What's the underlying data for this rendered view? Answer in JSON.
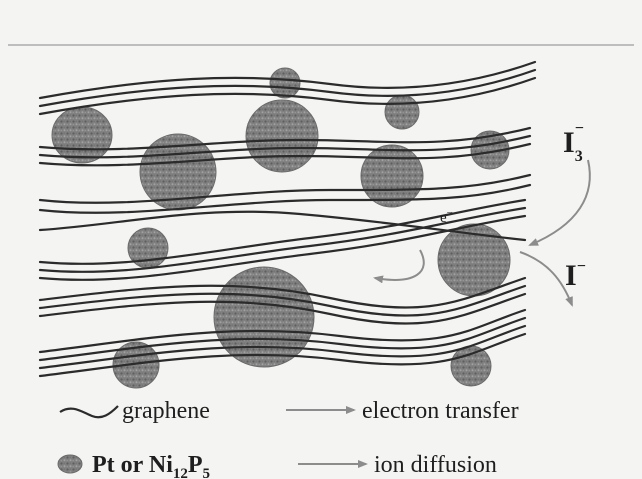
{
  "labels": {
    "triiodide": "I",
    "triiodide_sub": "3",
    "triiodide_sup": "−",
    "iodide": "I",
    "iodide_sup": "−",
    "electron": "e",
    "electron_sup": "−"
  },
  "legend": {
    "graphene": "graphene",
    "catalyst_prefix": "Pt or Ni",
    "catalyst_sub1": "12",
    "catalyst_mid": "P",
    "catalyst_sub2": "5",
    "electron_transfer": "electron transfer",
    "ion_diffusion": "ion diffusion"
  },
  "colors": {
    "background": "#f4f4f2",
    "line": "#2b2b2b",
    "particle": "#7d7d7d",
    "arrow": "#8c8c8c"
  }
}
